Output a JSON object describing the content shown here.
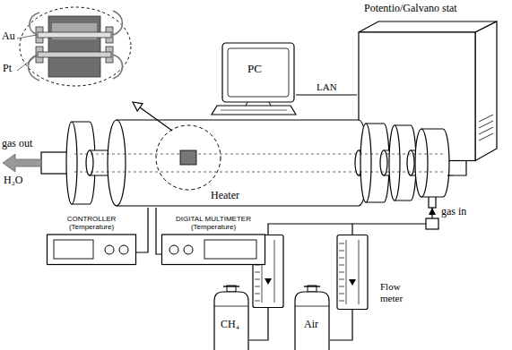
{
  "diagram": {
    "nodes": [
      {
        "text": [
          "PC"
        ]
      },
      {
        "text": [
          "Potentio/Galvano stat"
        ]
      },
      {
        "text": [
          "Heater"
        ]
      },
      {
        "text": [
          "CONTROLLER (Temperature)"
        ]
      },
      {
        "text": [
          "DIGITAL MULTIMETER (Temperature)"
        ]
      },
      {
        "text": [
          "CH₄"
        ]
      },
      {
        "text": [
          "Air"
        ]
      },
      {
        "text": [
          "Flow meter"
        ]
      }
    ],
    "edges": [
      {
        "from": 0,
        "to": 1,
        "arrow": "none",
        "label": "LAN"
      },
      {
        "from": 1,
        "to": 2,
        "arrow": "none"
      },
      {
        "from": 3,
        "to": 2,
        "arrow": "none"
      },
      {
        "from": 4,
        "to": 2,
        "arrow": "none"
      },
      {
        "from": 6,
        "to": 7,
        "arrow": "none"
      },
      {
        "from": 7,
        "to": 2,
        "arrow": "to"
      }
    ],
    "labels": [
      "Au",
      "Pt",
      "gas out",
      "H₂O",
      "gas in"
    ]
  }
}
